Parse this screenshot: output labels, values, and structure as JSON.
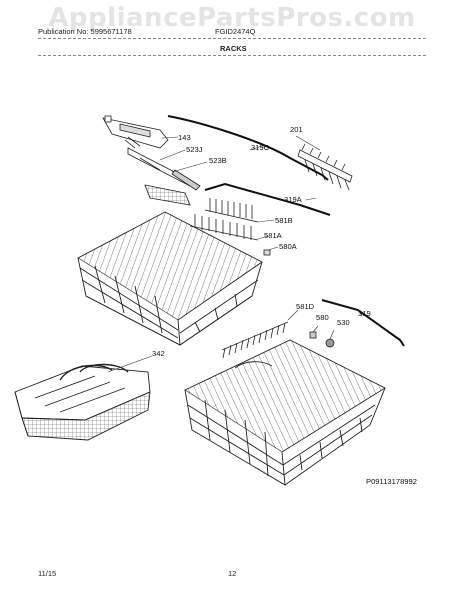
{
  "header": {
    "watermark": "AppliancePartsPros.com",
    "publication": "Publication No: 5995671178",
    "model": "FGID2474Q",
    "section_title": "RACKS"
  },
  "diagram": {
    "labels": {
      "p143": "143",
      "p523J": "523J",
      "p523B": "523B",
      "p319C": "319C",
      "p201": "201",
      "p319A": "319A",
      "p581B": "581B",
      "p581A": "581A",
      "p580A": "580A",
      "p581D": "581D",
      "p580": "580",
      "p530": "530",
      "p319": "319",
      "p342": "342"
    },
    "figure_id": "P09113178992"
  },
  "footer": {
    "date": "11/15",
    "page": "12"
  }
}
